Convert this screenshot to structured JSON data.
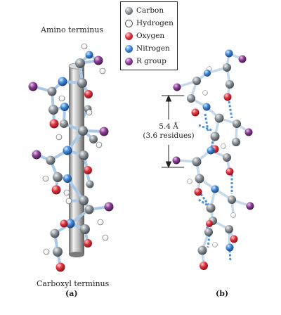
{
  "labels": {
    "amino_terminus": "Amino terminus",
    "carboxyl_terminus": "Carboxyl terminus",
    "panel_a": "(a)",
    "panel_b": "(b)",
    "rise_value": "5.4 Å",
    "rise_residues": "(3.6 residues)"
  },
  "legend": [
    {
      "label": "Carbon",
      "atom": "carbon",
      "color": "#7d8489"
    },
    {
      "label": "Hydrogen",
      "atom": "hydrogen",
      "color": "#ffffff"
    },
    {
      "label": "Oxygen",
      "atom": "oxygen",
      "color": "#d8323c"
    },
    {
      "label": "Nitrogen",
      "atom": "nitrogen",
      "color": "#3f86d6"
    },
    {
      "label": "R group",
      "atom": "rgroup",
      "color": "#8a3f93"
    }
  ],
  "colors": {
    "bond": "#a9c9e6",
    "hbond": "#4a90d6",
    "axis_rod": "#9a9a9a",
    "dimension_line": "#222222"
  }
}
